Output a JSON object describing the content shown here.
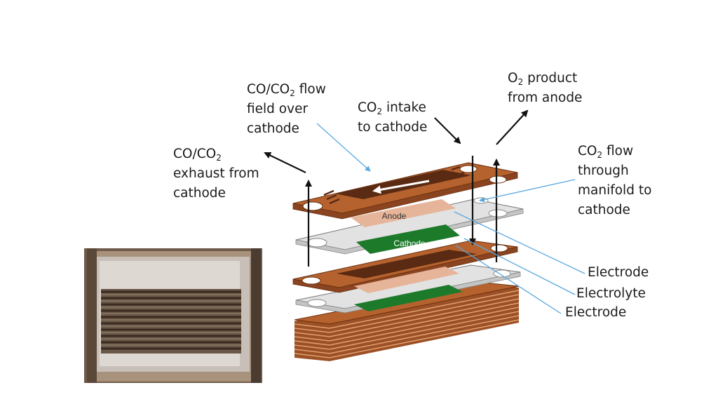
{
  "labels": {
    "exhaust": {
      "l1a": "CO/CO",
      "l1sub": "2",
      "l2": "exhaust from",
      "l3": "cathode"
    },
    "flowfield": {
      "l1a": "CO/CO",
      "l1sub": "2",
      "l1b": " flow",
      "l2": "field over",
      "l3": "cathode"
    },
    "intake": {
      "l1a": "CO",
      "l1sub": "2",
      "l1b": " intake",
      "l2": "to cathode"
    },
    "product": {
      "l1a": "O",
      "l1sub": "2",
      "l1b": " product",
      "l2": "from anode"
    },
    "manifold": {
      "l1a": "CO",
      "l1sub": "2",
      "l1b": " flow",
      "l2": "through",
      "l3": "manifold to",
      "l4": "cathode"
    },
    "electrode_top": "Electrode",
    "electrolyte": "Electrolyte",
    "electrode_bottom": "Electrode",
    "anode": "Anode",
    "cathode": "Cathode"
  },
  "colors": {
    "copper": "#b5622e",
    "copper_dark": "#7a3a17",
    "channel": "#5a2a12",
    "electrolyte": "#e2e2e2",
    "anode": "#e6b499",
    "cathode": "#1c7a2a",
    "callout": "#5aa8e0"
  }
}
